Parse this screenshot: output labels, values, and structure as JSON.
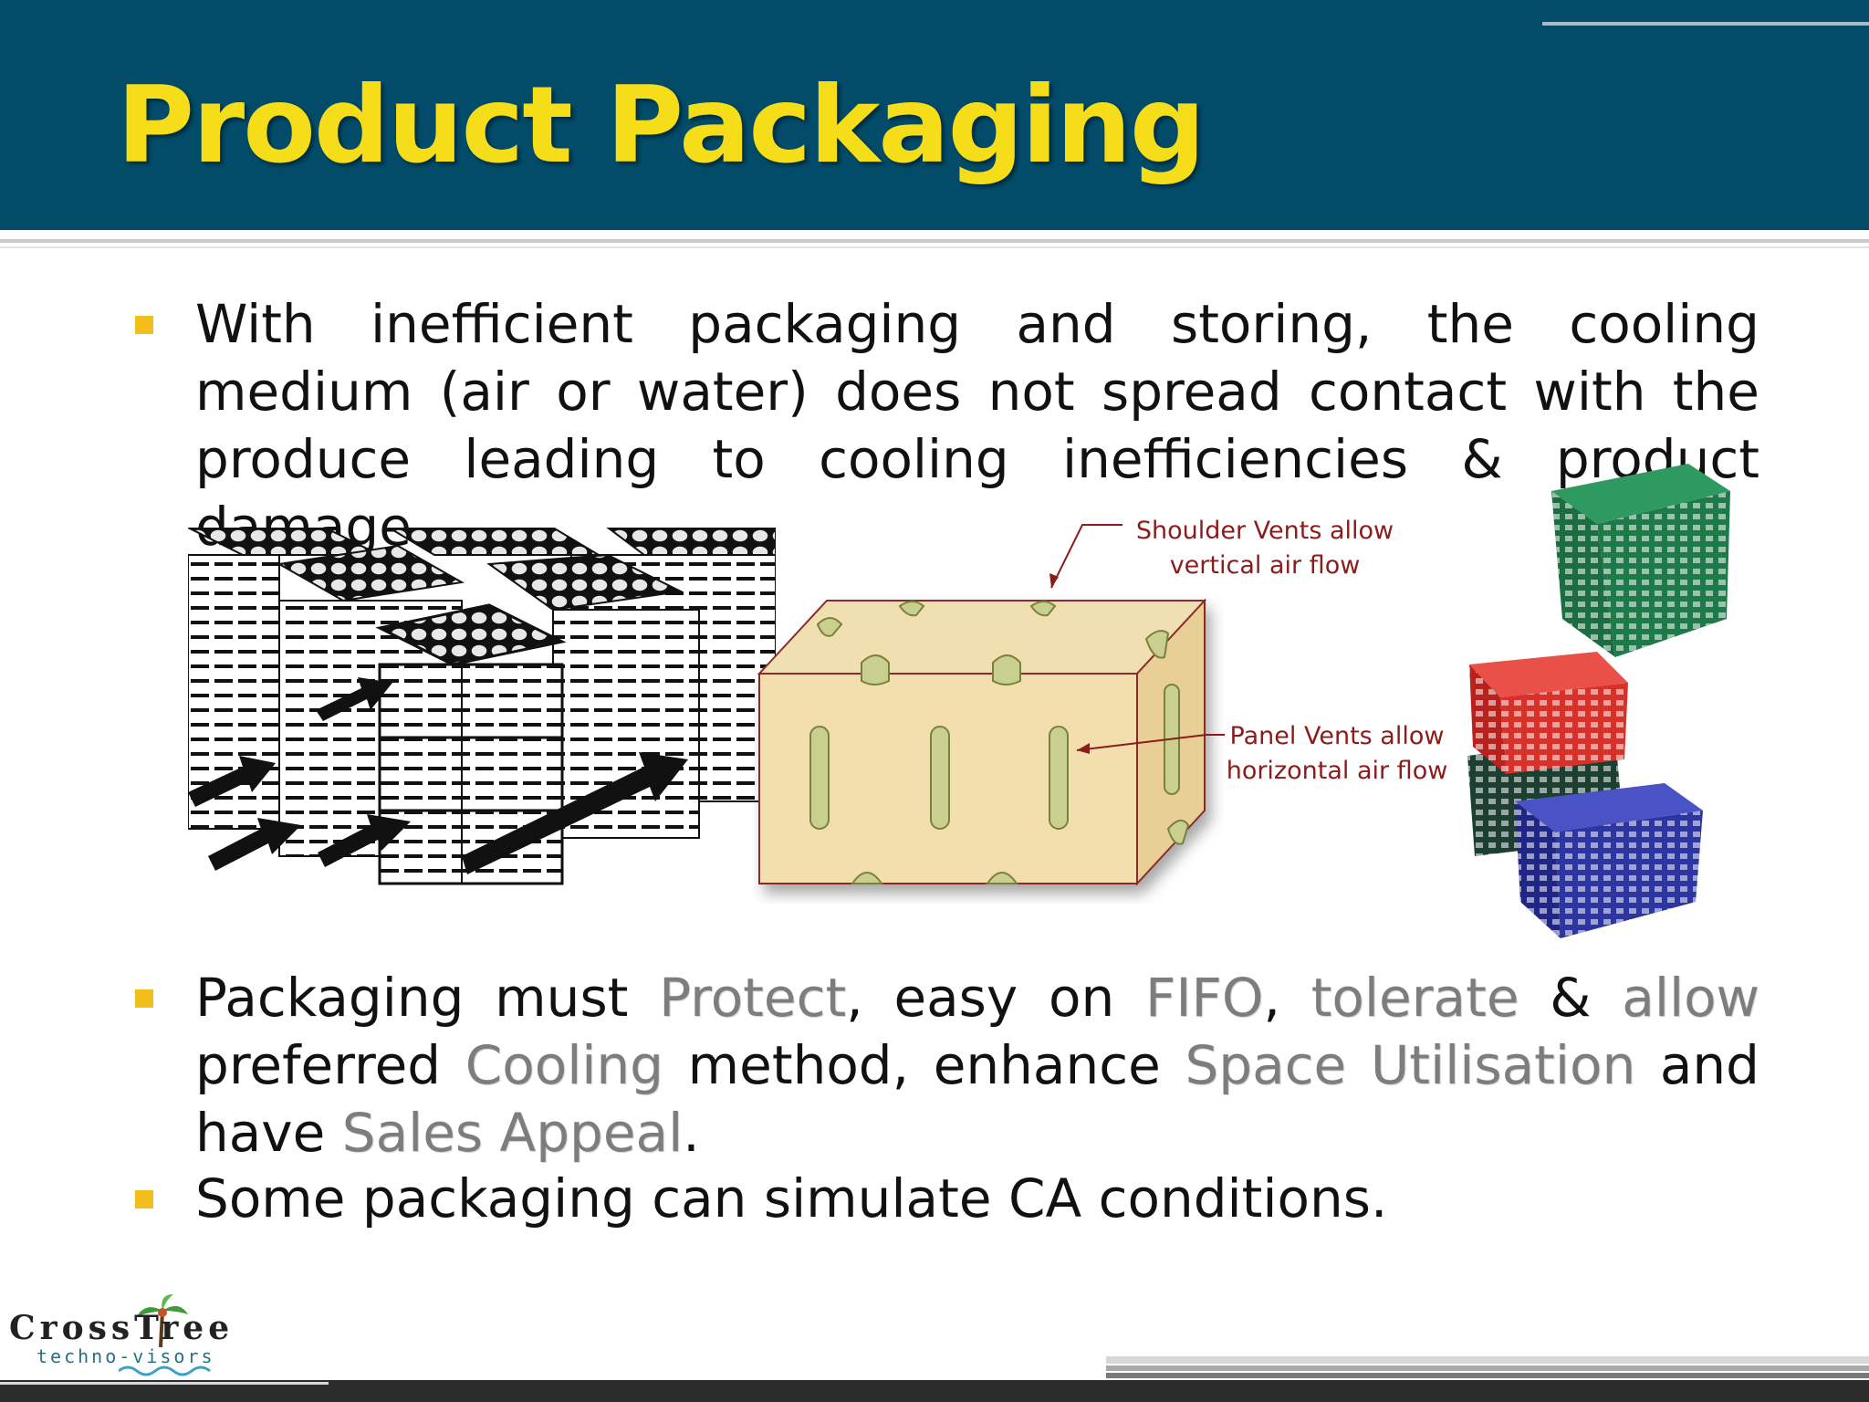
{
  "slide": {
    "title": "Product Packaging",
    "bullets": [
      {
        "text": "With inefficient packaging and storing, the cooling medium (air or water) does not spread contact with the produce leading to cooling inefficiencies & product damage."
      },
      {
        "segments": [
          {
            "text": "Packaging must ",
            "emphasis": false
          },
          {
            "text": "Protect",
            "emphasis": true
          },
          {
            "text": ", easy on ",
            "emphasis": false
          },
          {
            "text": "FIFO",
            "emphasis": true
          },
          {
            "text": ", ",
            "emphasis": false
          },
          {
            "text": "tolerate",
            "emphasis": true
          },
          {
            "text": " & ",
            "emphasis": false
          },
          {
            "text": "allow",
            "emphasis": true
          },
          {
            "text": " preferred ",
            "emphasis": false
          },
          {
            "text": "Cooling",
            "emphasis": true
          },
          {
            "text": " method, enhance ",
            "emphasis": false
          },
          {
            "text": "Space Utilisation",
            "emphasis": true
          },
          {
            "text": " and have ",
            "emphasis": false
          },
          {
            "text": "Sales Appeal",
            "emphasis": true
          },
          {
            "text": ".",
            "emphasis": false
          }
        ]
      },
      {
        "text": "Some packaging can simulate CA conditions."
      }
    ],
    "callouts": {
      "shoulder_line1": "Shoulder Vents allow",
      "shoulder_line2": "vertical air flow",
      "panel_line1": "Panel Vents allow",
      "panel_line2": "horizontal air flow"
    },
    "crate_colors": [
      "#1f7a4a",
      "#d9302a",
      "#1d3f31",
      "#2d35a0"
    ]
  },
  "logo": {
    "name": "CrossTree",
    "tagline": "techno-visors"
  },
  "colors": {
    "header_bg": "#024c6a",
    "title": "#f5dd19",
    "bullet": "#f2be1c",
    "callout": "#8b1c1c",
    "emphasis": "#7d7d7d"
  }
}
